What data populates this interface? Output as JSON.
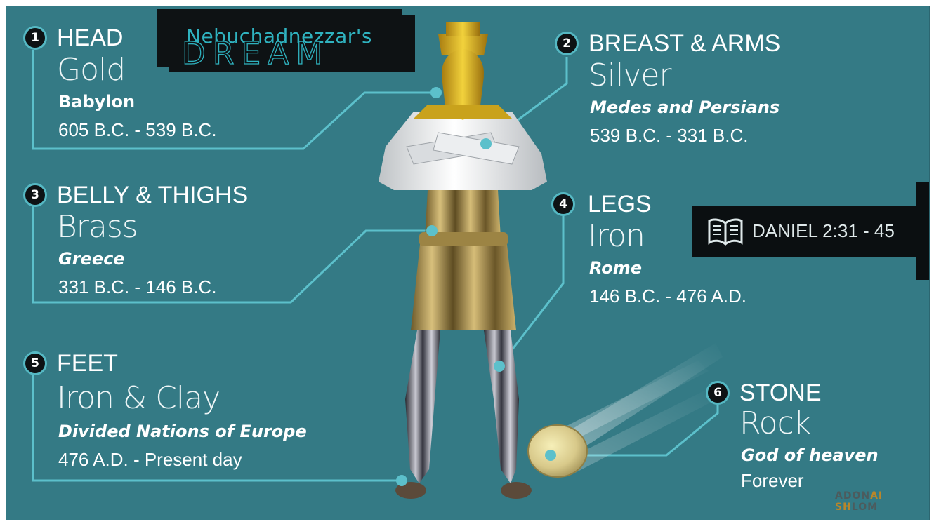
{
  "title": {
    "line1": "Nebuchadnezzar's",
    "line2": "DREAM"
  },
  "reference": {
    "icon": "book-icon",
    "text": "DANIEL 2:31 - 45"
  },
  "sections": [
    {
      "number": "1",
      "part": "HEAD",
      "metal": "Gold",
      "empire": "Babylon",
      "dates": "605 B.C. - 539 B.C."
    },
    {
      "number": "2",
      "part": "BREAST & ARMS",
      "metal": "Silver",
      "empire": "Medes and Persians",
      "dates": "539 B.C. - 331 B.C."
    },
    {
      "number": "3",
      "part": "BELLY & THIGHS",
      "metal": "Brass",
      "empire": "Greece",
      "dates": "331 B.C. - 146 B.C."
    },
    {
      "number": "4",
      "part": "LEGS",
      "metal": "Iron",
      "empire": "Rome",
      "dates": "146 B.C. - 476 A.D."
    },
    {
      "number": "5",
      "part": "FEET",
      "metal": "Iron & Clay",
      "empire": "Divided Nations of Europe",
      "dates": "476 A.D. - Present day"
    },
    {
      "number": "6",
      "part": "STONE",
      "metal": "Rock",
      "empire": "God of heaven",
      "dates": "Forever"
    }
  ],
  "watermark": {
    "left": "ADON",
    "mid": "AI SH",
    "right": "LOM"
  },
  "colors": {
    "background": "#347a85",
    "connector": "#5cc0cb",
    "gold": "#d9b428",
    "silver": "#e6e6e6",
    "brass": "#b99a4c",
    "iron": "#3e3f4a"
  }
}
